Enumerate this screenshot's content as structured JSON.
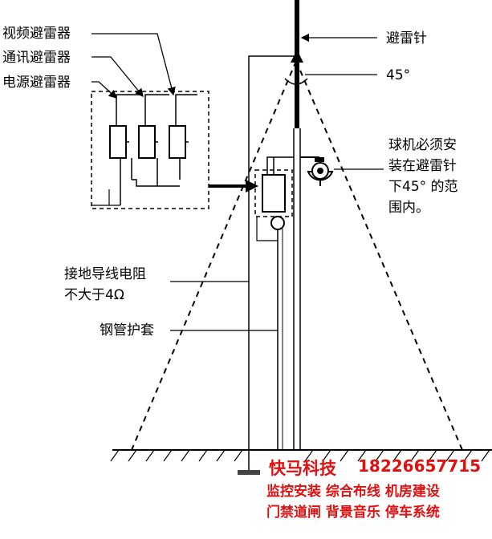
{
  "labels": {
    "video_arrester": "视频避雷器",
    "comm_arrester": "通讯避雷器",
    "power_arrester": "电源避雷器",
    "lightning_rod": "避雷针",
    "angle": "45°",
    "camera_note_lines": [
      "球机必须安",
      "装在避雷针",
      "下45° 的范",
      "围内。"
    ],
    "ground_note_lines": [
      "接地导线电阻",
      "不大于4Ω"
    ],
    "steel_sleeve": "钢管护套"
  },
  "brand": {
    "company": "快马科技",
    "phone": "18226657715",
    "services_row1": "监控安装  综合布线  机房建设",
    "services_row2": "门禁道闸  背景音乐  停车系统",
    "color": "#e01010"
  }
}
